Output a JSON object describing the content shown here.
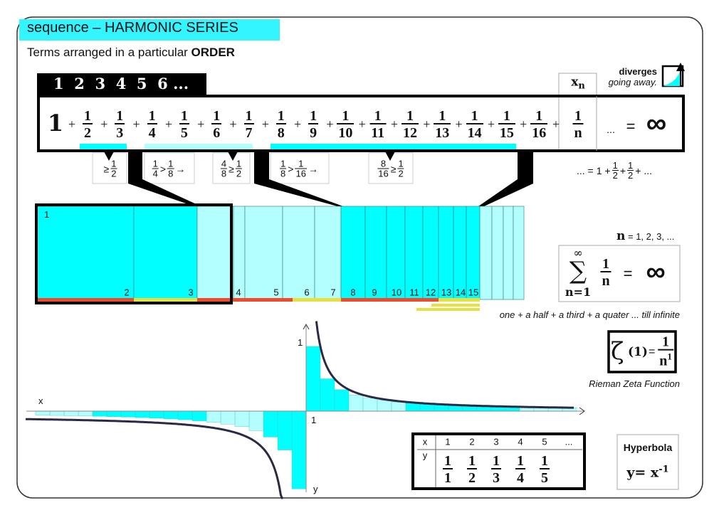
{
  "title": "sequence – HARMONIC  SERIES",
  "subtitle": {
    "text": "Terms arranged in a particular ",
    "bold": "ORDER"
  },
  "order_tab": "1  2  3  4  5  6 ...",
  "series": {
    "first": "1",
    "plus": "+",
    "numerator": "1",
    "denominators": [
      "2",
      "3",
      "4",
      "5",
      "6",
      "7",
      "8",
      "9",
      "10",
      "11",
      "12",
      "13",
      "14",
      "15",
      "16"
    ],
    "general_term": {
      "num": "1",
      "den": "n"
    },
    "xn": {
      "x": "x",
      "sub": "n"
    },
    "tail": "...",
    "equals": "=",
    "infinity": "∞"
  },
  "diverges": {
    "label": "diverges",
    "sub": "going away."
  },
  "callouts": [
    [
      {
        "t": "≥"
      },
      {
        "n": "1",
        "d": "2"
      }
    ],
    [
      {
        "n": "1",
        "d": "4"
      },
      {
        "t": ">"
      },
      {
        "n": "1",
        "d": "8"
      },
      {
        "t": "→"
      }
    ],
    [
      {
        "n": "4",
        "d": "8"
      },
      {
        "t": "≥"
      },
      {
        "n": "1",
        "d": "2"
      }
    ],
    [
      {
        "n": "1",
        "d": "8"
      },
      {
        "t": ">"
      },
      {
        "n": "1",
        "d": "16"
      },
      {
        "t": "→"
      }
    ],
    [
      {
        "n": "8",
        "d": "16"
      },
      {
        "t": "≥"
      },
      {
        "n": "1",
        "d": "2"
      }
    ]
  ],
  "grouping": [
    {
      "t": "... ="
    },
    {
      "t": "1 +"
    },
    {
      "n": "1",
      "d": "2"
    },
    {
      "t": "+"
    },
    {
      "n": "1",
      "d": "2"
    },
    {
      "t": "+ ..."
    }
  ],
  "block_labels": {
    "top": "1",
    "cells": [
      "2",
      "3",
      "4",
      "5",
      "6",
      "7",
      "8",
      "9",
      "10",
      "11",
      "12",
      "13",
      "14",
      "15"
    ]
  },
  "n_range": {
    "n": "n",
    "text": "= 1, 2, 3, ..."
  },
  "sum": {
    "upper": "∞",
    "sigma": "∑",
    "lower": "n=1",
    "num": "1",
    "den": "n",
    "equals": "=",
    "result": "∞"
  },
  "caption": "one + a half + a third + a quater ... till infinite",
  "zeta": {
    "symbol": "ζ",
    "arg": "(1)",
    "equals": "=",
    "num": "1",
    "den": "n",
    "exp": "1",
    "caption": "Rieman Zeta Function"
  },
  "graph": {
    "x_label": "x",
    "y_label": "y",
    "y_tick": "1",
    "x_tick": "1",
    "bar_count": 19,
    "cyan_groups": [
      [
        1,
        3
      ],
      [
        8,
        15
      ]
    ],
    "colors": {
      "cyan": "#00ffff",
      "light": "#b3ffff",
      "curve": "#2a2a45",
      "red": "#f04a2a",
      "yellow": "#e8e040"
    }
  },
  "table": {
    "x": "x",
    "y": "y",
    "xs": [
      "1",
      "2",
      "3",
      "4",
      "5",
      "..."
    ],
    "ys": [
      "1",
      "2",
      "3",
      "4",
      "5"
    ],
    "num": "1"
  },
  "hyperbola": {
    "title": "Hyperbola",
    "formula": "y= x",
    "exp": "-1"
  }
}
